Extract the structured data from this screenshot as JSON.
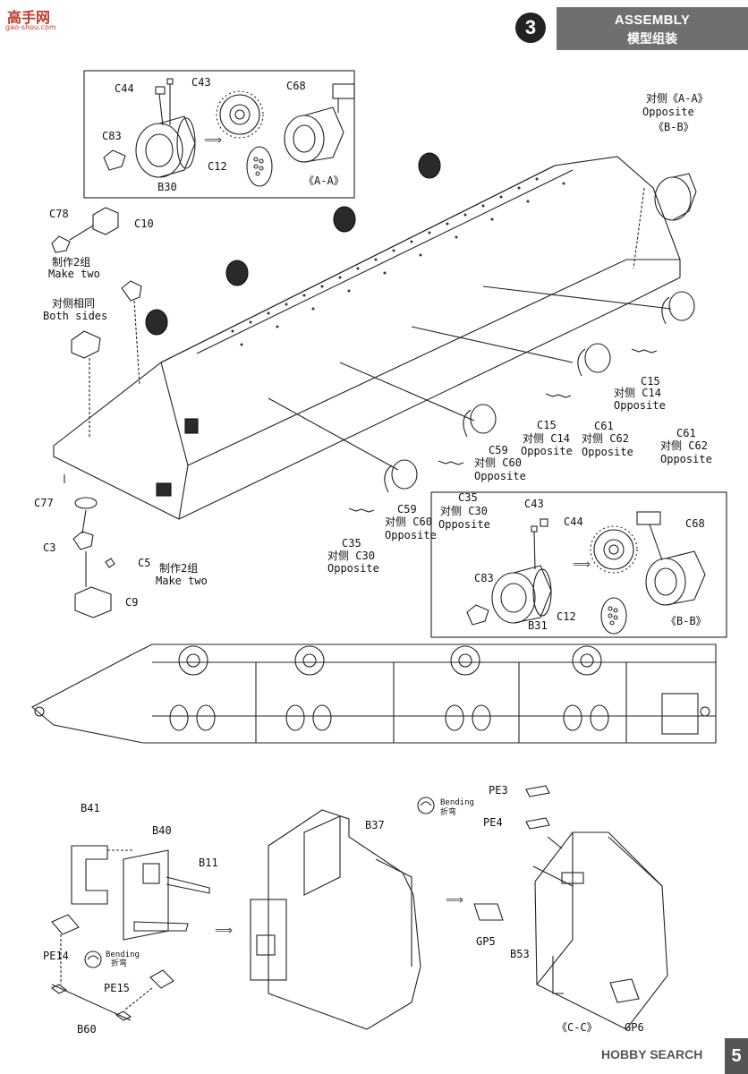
{
  "header": {
    "step_number": "3",
    "title_en": "ASSEMBLY",
    "title_cn": "模型组装"
  },
  "watermark": {
    "site_cn": "高手网",
    "site_url": "gao-shou.com",
    "footer": "HOBBY SEARCH",
    "page_number": "5"
  },
  "inset_aa": {
    "parts": [
      "C44",
      "C43",
      "C68",
      "C83",
      "C12",
      "B30"
    ],
    "view_label": "《A-A》"
  },
  "inset_bb": {
    "parts": [
      "C43",
      "C44",
      "C68",
      "C83",
      "C12",
      "B31"
    ],
    "view_label": "《B-B》"
  },
  "subassembly_top_left": {
    "parts": [
      "C78",
      "C10"
    ],
    "note_cn": "制作2组",
    "note_en": "Make two"
  },
  "both_sides": {
    "note_cn": "对侧相同",
    "note_en": "Both sides"
  },
  "opposite_aa": {
    "note_cn": "对侧《A-A》",
    "note_en": "Opposite",
    "note_bb": "《B-B》"
  },
  "subassembly_bottom_left": {
    "parts": [
      "C77",
      "C3",
      "C5",
      "C9"
    ],
    "note_cn": "制作2组",
    "note_en": "Make two"
  },
  "callouts": [
    {
      "id": "C15",
      "opp_cn": "对侧",
      "opp_part": "C14",
      "opp_en": "Opposite"
    },
    {
      "id": "C15",
      "opp_cn": "对侧",
      "opp_part": "C14",
      "opp_en": "Opposite"
    },
    {
      "id": "C61",
      "opp_cn": "对侧",
      "opp_part": "C62",
      "opp_en": "Opposite"
    },
    {
      "id": "C61",
      "opp_cn": "对侧",
      "opp_part": "C62",
      "opp_en": "Opposite"
    },
    {
      "id": "C59",
      "opp_cn": "对侧",
      "opp_part": "C60",
      "opp_en": "Opposite"
    },
    {
      "id": "C59",
      "opp_cn": "对侧",
      "opp_part": "C60",
      "opp_en": "Opposite"
    },
    {
      "id": "C35",
      "opp_cn": "对侧",
      "opp_part": "C30",
      "opp_en": "Opposite"
    },
    {
      "id": "C35",
      "opp_cn": "对侧",
      "opp_part": "C30",
      "opp_en": "Opposite"
    }
  ],
  "bottom_left": {
    "parts": [
      "B41",
      "B40",
      "B11",
      "PE14",
      "PE15",
      "B60"
    ],
    "bending_en": "Bending",
    "bending_cn": "折弯"
  },
  "bottom_middle": {
    "parts": [
      "B37"
    ]
  },
  "bottom_right": {
    "parts": [
      "PE3",
      "PE4",
      "GP5",
      "B53",
      "GP6"
    ],
    "bending_en": "Bending",
    "bending_cn": "折弯",
    "view_label": "《C-C》"
  },
  "colors": {
    "line": "#222222",
    "header_bg": "#6f6f6f",
    "logo": "#c0392b"
  }
}
